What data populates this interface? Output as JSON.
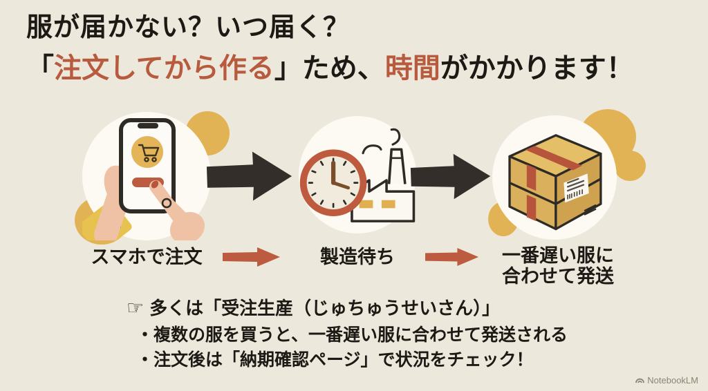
{
  "page": {
    "background": "#EDE8DC",
    "watermark": "NotebookLM"
  },
  "colors": {
    "text_black": "#1D1A16",
    "accent_red": "#B75A3E",
    "accent_yellow": "#E2B355",
    "arrow_black": "#332E29",
    "circle_white": "#FCFAF3",
    "box_tan": "#DAB05C",
    "skin": "#EFC2A6",
    "watermark_gray": "#8B8574"
  },
  "title": {
    "line1": "服が届かない？いつ届く？",
    "line2": {
      "open": "「",
      "highlight1": "注文してから作る",
      "mid": "」ため、",
      "highlight2": "時間",
      "tail": "がかかります！"
    }
  },
  "flow": {
    "steps": [
      {
        "icon": "smartphone-order-icon",
        "label": "スマホで注文"
      },
      {
        "icon": "clock-factory-icon",
        "label": "製造待ち"
      },
      {
        "icon": "shipping-box-icon",
        "label_line1": "一番遅い服に",
        "label_line2": "合わせて発送"
      }
    ]
  },
  "notes": {
    "pointer": "☞",
    "headline": "多くは「受注生産（じゅちゅうせいさん）」",
    "bullets": [
      "・複数の服を買うと、一番遅い服に合わせて発送される",
      "・注文後は「納期確認ページ」で状況をチェック！"
    ]
  }
}
